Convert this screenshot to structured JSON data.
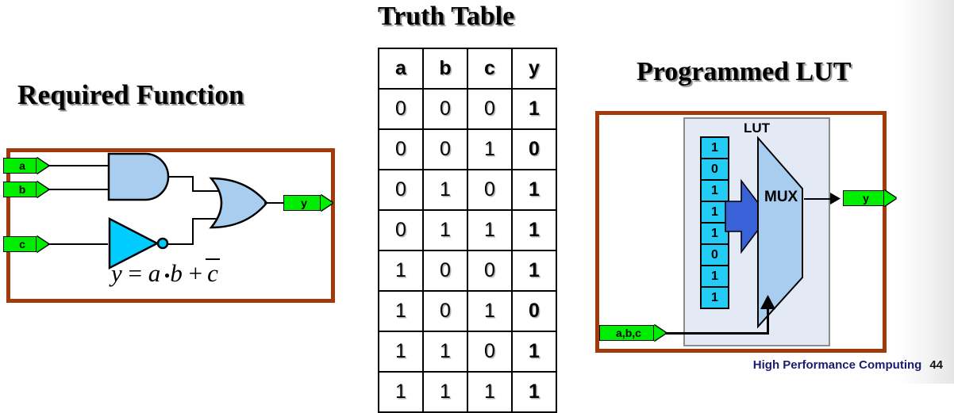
{
  "slide": {
    "footer_text": "High Performance Computing",
    "page_number": "44",
    "accent_border_color": "#A33A0C",
    "pin_color": "#00EE00",
    "gate_fill_color": "#A8CDEF",
    "inverter_fill_color": "#00CCFF",
    "lut_cell_color": "#22CCF4",
    "footer_color": "#1B1B6F"
  },
  "required_function": {
    "title": "Required Function",
    "inputs": [
      {
        "label": "a"
      },
      {
        "label": "b"
      },
      {
        "label": "c"
      }
    ],
    "output": {
      "label": "y"
    },
    "gates": [
      {
        "type": "and-gate",
        "inputs": "a,b"
      },
      {
        "type": "not-gate",
        "inputs": "c"
      },
      {
        "type": "or-gate",
        "inputs": "ab,notc"
      }
    ],
    "equation": {
      "lhs": "y",
      "eq": "=",
      "term_a": "a",
      "dot": "•",
      "term_b": "b",
      "plus": "+",
      "term_c": "c",
      "full_text": "y = a • b + c̄"
    }
  },
  "truth_table": {
    "title": "Truth Table",
    "columns": [
      "a",
      "b",
      "c",
      "y"
    ],
    "rows": [
      [
        "0",
        "0",
        "0",
        "1"
      ],
      [
        "0",
        "0",
        "1",
        "0"
      ],
      [
        "0",
        "1",
        "0",
        "1"
      ],
      [
        "0",
        "1",
        "1",
        "1"
      ],
      [
        "1",
        "0",
        "0",
        "1"
      ],
      [
        "1",
        "0",
        "1",
        "0"
      ],
      [
        "1",
        "1",
        "0",
        "1"
      ],
      [
        "1",
        "1",
        "1",
        "1"
      ]
    ]
  },
  "programmed_lut": {
    "title": "Programmed LUT",
    "block_label": "LUT",
    "mux_label": "MUX",
    "memory_cells": [
      "1",
      "0",
      "1",
      "1",
      "1",
      "0",
      "1",
      "1"
    ],
    "select_input": {
      "label": "a,b,c"
    },
    "output": {
      "label": "y"
    }
  },
  "chart_data": {
    "type": "table",
    "title": "Truth Table",
    "categories": [
      "a",
      "b",
      "c",
      "y"
    ],
    "rows": [
      [
        "0",
        "0",
        "0",
        "1"
      ],
      [
        "0",
        "0",
        "1",
        "0"
      ],
      [
        "0",
        "1",
        "0",
        "1"
      ],
      [
        "0",
        "1",
        "1",
        "1"
      ],
      [
        "1",
        "0",
        "0",
        "1"
      ],
      [
        "1",
        "0",
        "1",
        "0"
      ],
      [
        "1",
        "1",
        "0",
        "1"
      ],
      [
        "1",
        "1",
        "1",
        "1"
      ]
    ]
  }
}
